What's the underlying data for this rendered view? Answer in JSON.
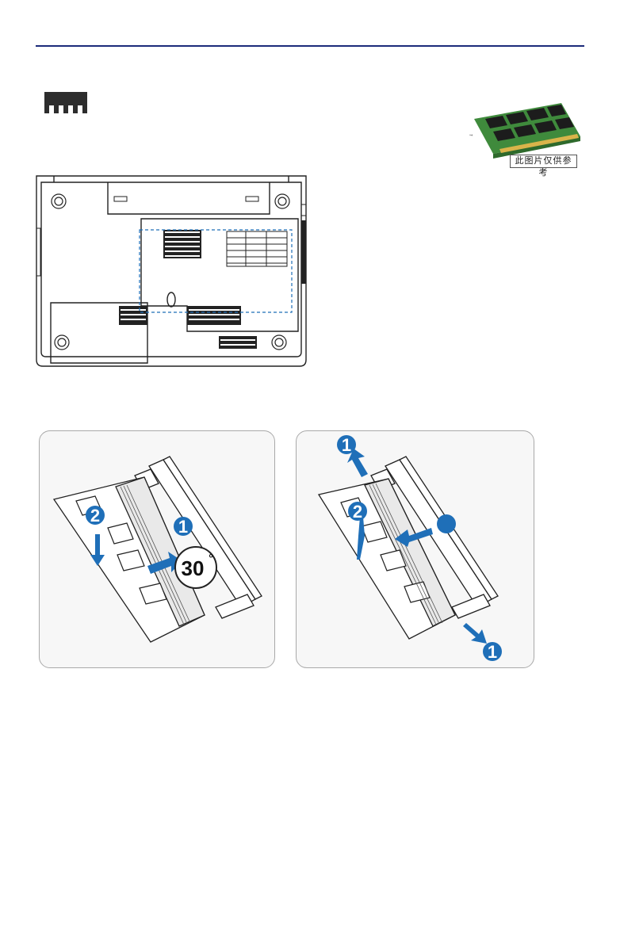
{
  "page": {
    "rule_color": "#1b2a7a",
    "accent_color": "#1f6fb8"
  },
  "icons": {
    "memory_icon": "memory-module-icon"
  },
  "photo": {
    "caption": "此图片仅供参考"
  },
  "install_panel": {
    "step_1": "1",
    "step_2": "2",
    "angle": "30",
    "angle_unit": "°"
  },
  "remove_panel": {
    "step_1_top": "1",
    "step_2": "2",
    "step_1_bottom": "1"
  }
}
